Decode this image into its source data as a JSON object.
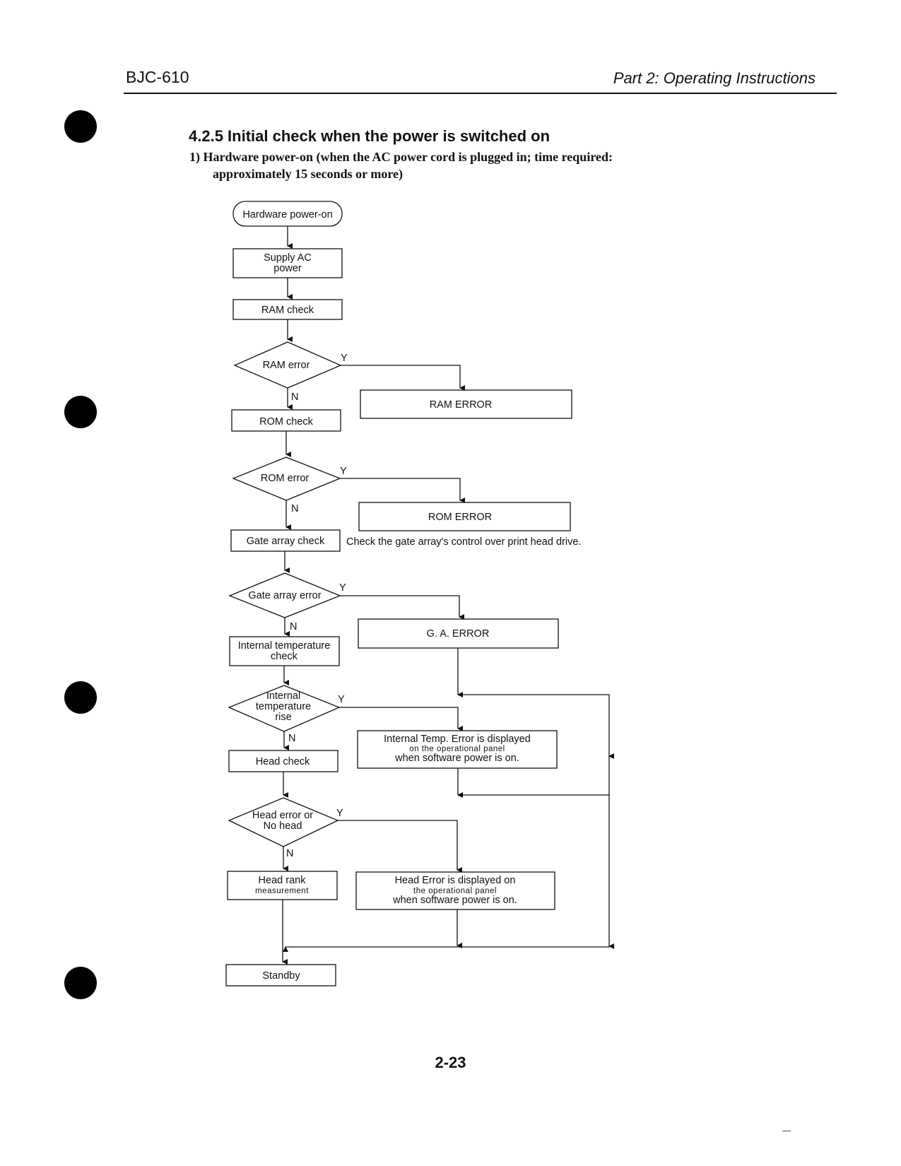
{
  "header": {
    "model": "BJC-610",
    "part": "Part 2: Operating Instructions"
  },
  "section": {
    "title": "4.2.5 Initial check when the power is switched on",
    "subtitle_line1": "1) Hardware power-on (when the AC power cord is plugged in;  time required:",
    "subtitle_line2": "approximately 15 seconds or more)"
  },
  "flowchart": {
    "start": "Hardware power-on",
    "supply_ac_1": "Supply AC",
    "supply_ac_2": "power",
    "ram_check": "RAM check",
    "ram_error_q": "RAM error",
    "ram_error_box": "RAM ERROR",
    "rom_check": "ROM check",
    "rom_error_q": "ROM error",
    "rom_error_box": "ROM ERROR",
    "gate_check": "Gate array check",
    "gate_note": "Check the gate array's control over print head drive.",
    "gate_error_q": "Gate array error",
    "ga_error_box": "G. A. ERROR",
    "temp_check_1": "Internal temperature",
    "temp_check_2": "check",
    "temp_q_1": "Internal",
    "temp_q_2": "temperature",
    "temp_q_3": "rise",
    "temp_box_1": "Internal Temp. Error is displayed",
    "temp_box_2": "on the operational panel",
    "temp_box_3": "when software power is on.",
    "head_check": "Head check",
    "head_q_1": "Head error or",
    "head_q_2": "No head",
    "head_box_1": "Head Error is displayed on",
    "head_box_2": "the operational panel",
    "head_box_3": "when software power is on.",
    "head_rank_1": "Head rank",
    "head_rank_2": "measurement",
    "standby": "Standby",
    "yes": "Y",
    "no": "N"
  },
  "footer": {
    "page": "2-23"
  }
}
